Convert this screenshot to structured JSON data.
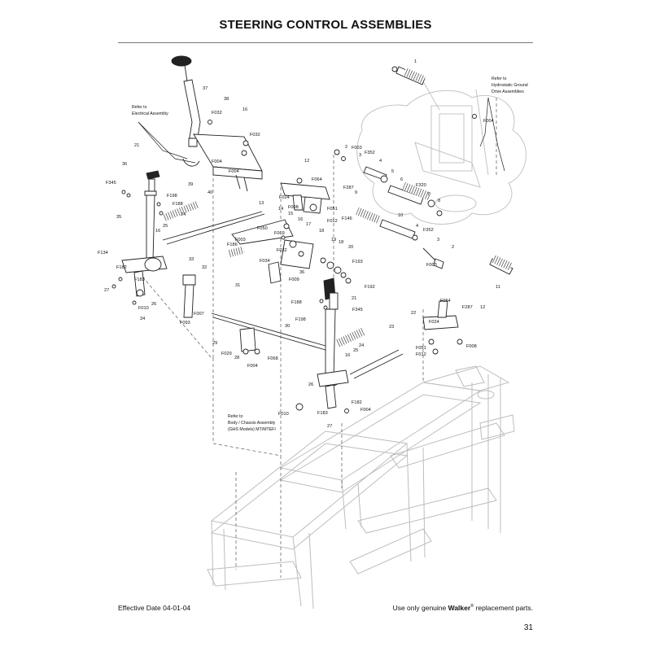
{
  "header": {
    "title": "STEERING CONTROL ASSEMBLIES"
  },
  "notes": [
    "Refer to",
    "Electrical Assembly",
    "Refer to",
    "Hydrostatic Ground",
    "Drive Assemblies",
    "Refer to",
    "Body / Chassis Assembly",
    "(GHS Models) MT/MTEFI"
  ],
  "callouts": [
    "1",
    "37",
    "38",
    "16",
    "F032",
    "F032",
    "F004",
    "F004",
    "39",
    "21",
    "36",
    "F345",
    "F198",
    "F188",
    "40",
    "24",
    "35",
    "16",
    "25",
    "F134",
    "F182",
    "27",
    "F183",
    "F010",
    "26",
    "34",
    "F007",
    "F093",
    "33",
    "32",
    "31",
    "F186",
    "F003",
    "13",
    "14",
    "15",
    "F050",
    "16",
    "F008",
    "F069",
    "17",
    "F012",
    "F051",
    "F146",
    "12",
    "F024",
    "F064",
    "F287",
    "9",
    "2",
    "F003",
    "3",
    "F352",
    "4",
    "5",
    "6",
    "F320",
    "7",
    "8",
    "10",
    "4",
    "F352",
    "3",
    "F003",
    "2",
    "F004",
    "11",
    "18",
    "19",
    "18",
    "20",
    "F193",
    "F192",
    "36",
    "21",
    "F188",
    "F198",
    "F345",
    "30",
    "24",
    "25",
    "16",
    "F034",
    "F032",
    "F009",
    "23",
    "22",
    "F064",
    "F287",
    "12",
    "F024",
    "F008",
    "F051",
    "F012",
    "29",
    "28",
    "F029",
    "F004",
    "F068",
    "26",
    "F182",
    "F004",
    "F183",
    "27",
    "F010"
  ],
  "footer": {
    "effective_date": "Effective Date 04-01-04",
    "tagline_pre": "Use only genuine ",
    "brand": "Walker",
    "reg_mark": "®",
    "tagline_post": " replacement parts.",
    "page_number": "31"
  }
}
